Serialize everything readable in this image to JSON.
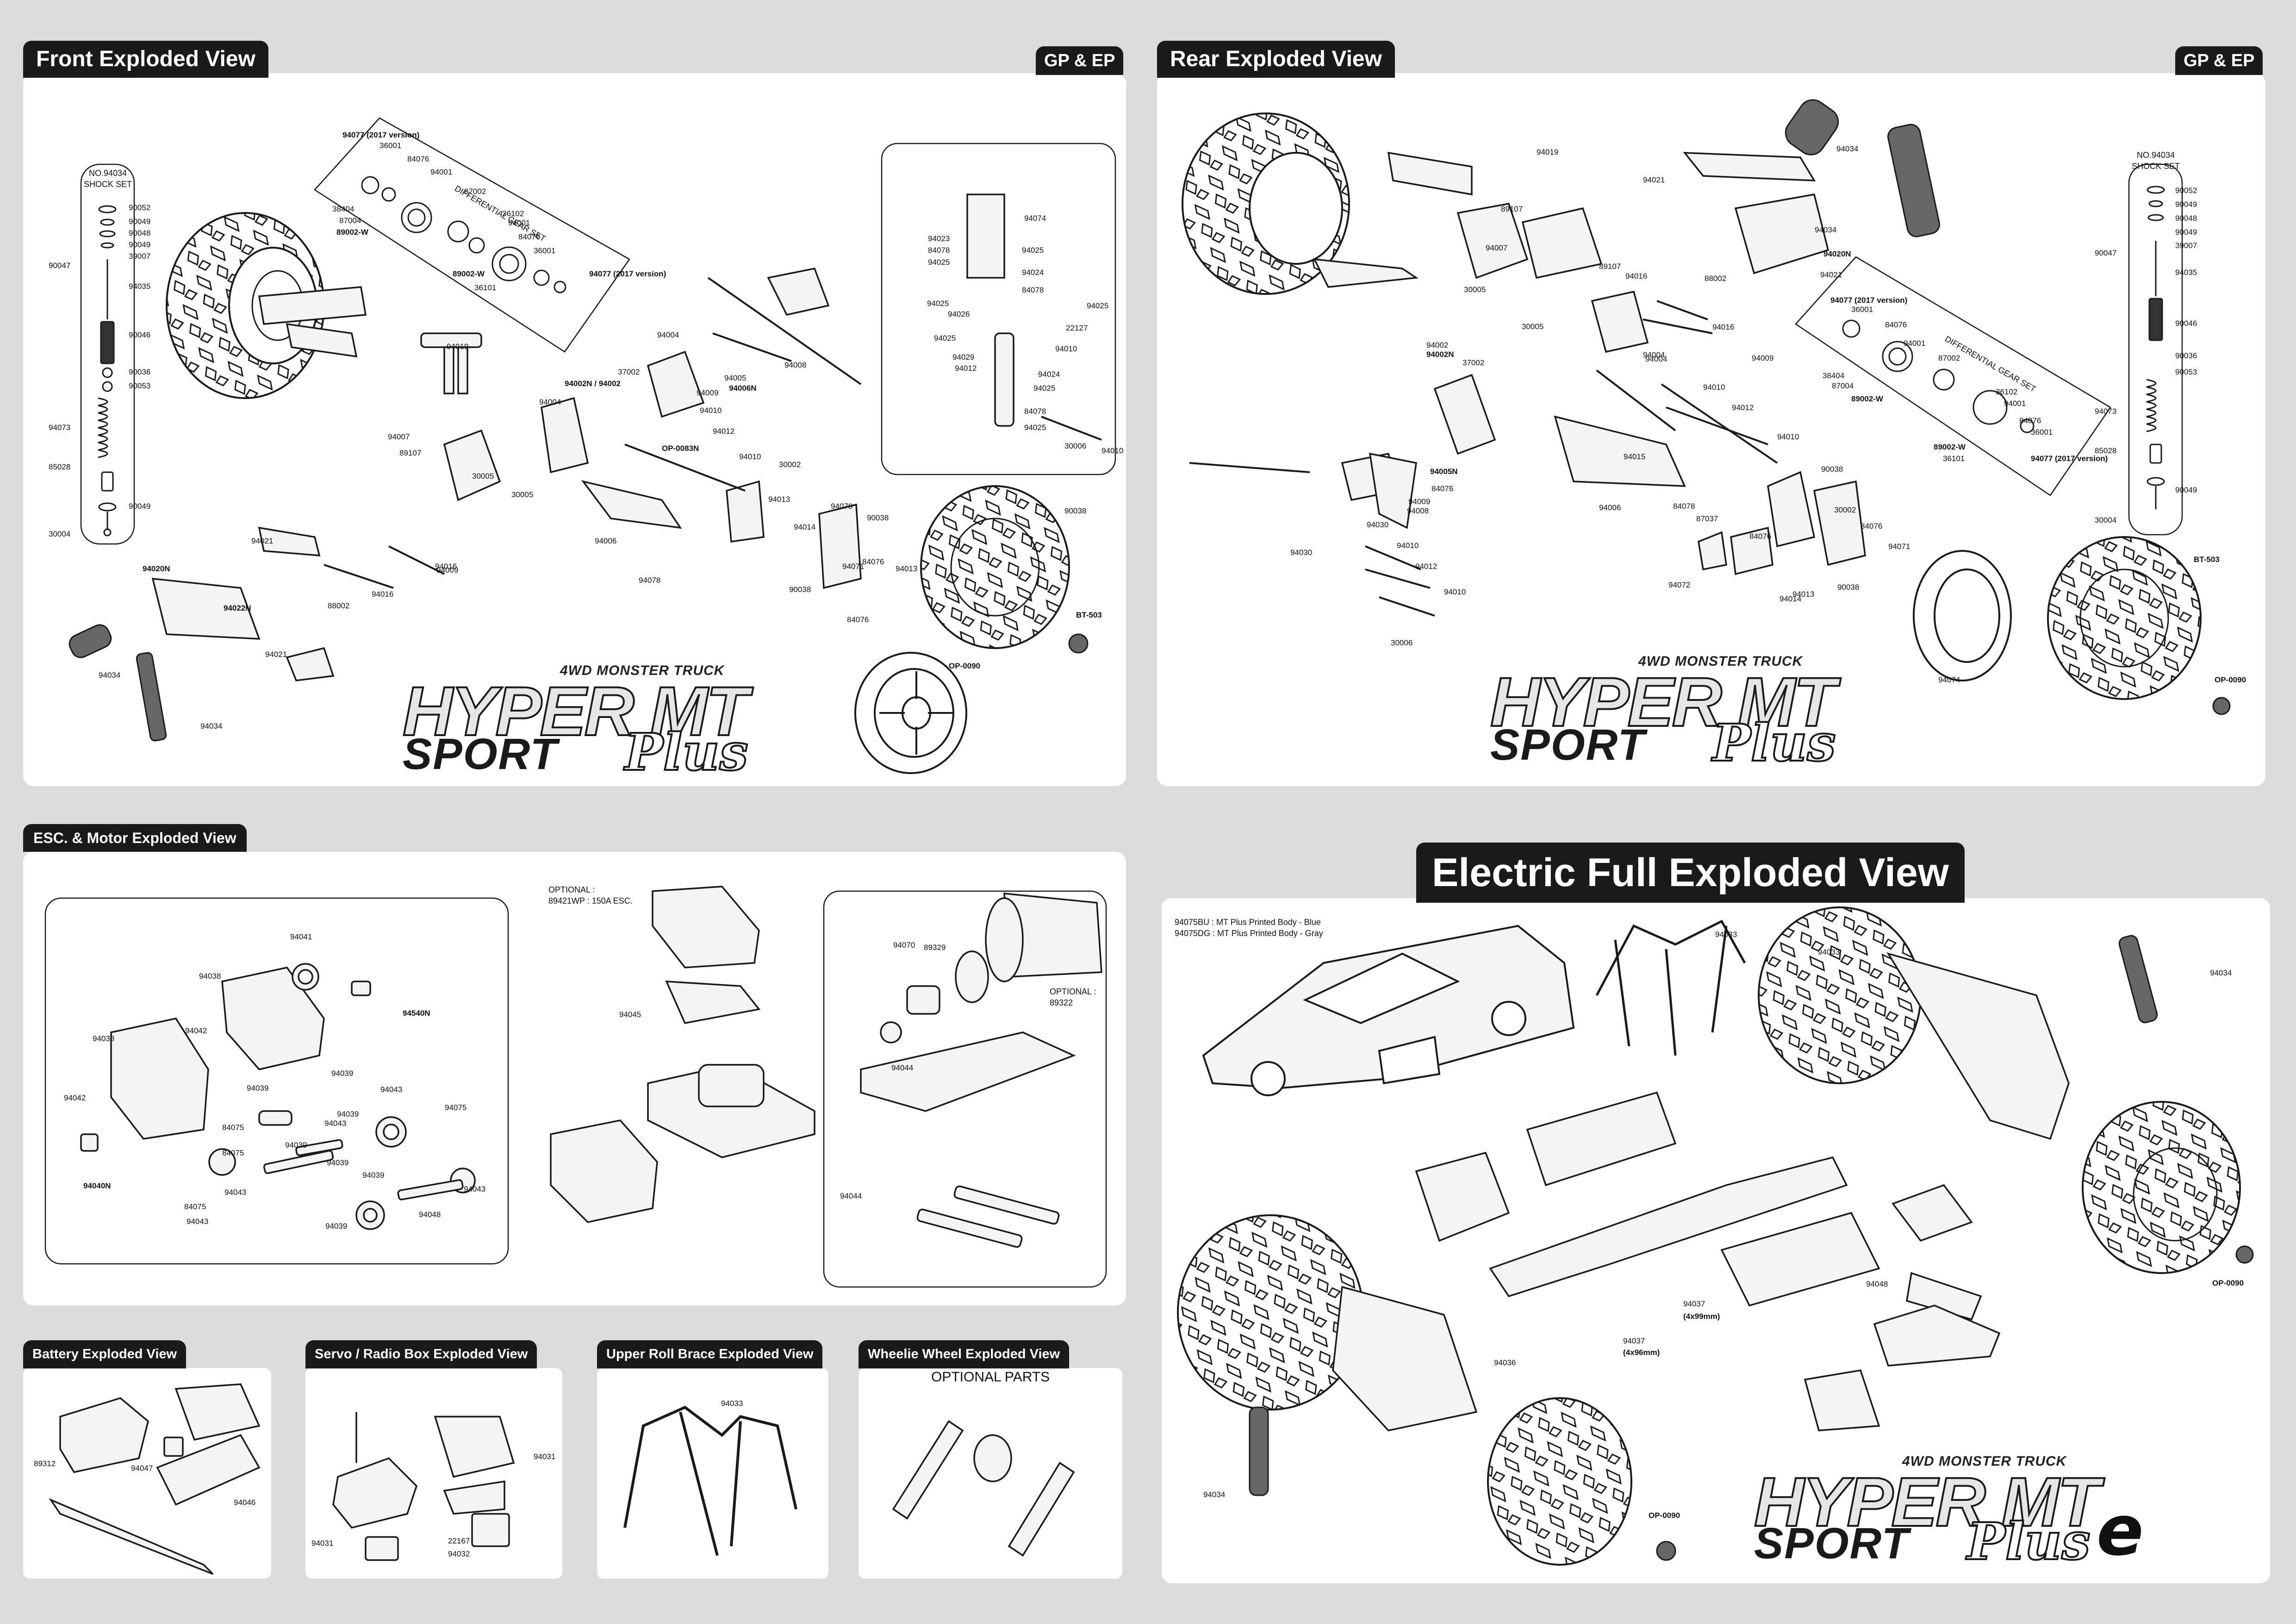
{
  "panels": {
    "front": {
      "title": "Front Exploded View",
      "badge": "GP & EP"
    },
    "rear": {
      "title": "Rear Exploded View",
      "badge": "GP & EP"
    },
    "esc": {
      "title": "ESC. & Motor Exploded View"
    },
    "electric": {
      "title": "Electric Full Exploded View"
    },
    "battery": {
      "title": "Battery Exploded View"
    },
    "servo": {
      "title": "Servo / Radio Box Exploded View"
    },
    "roll": {
      "title": "Upper Roll Brace Exploded View"
    },
    "wheelie": {
      "title": "Wheelie Wheel Exploded View",
      "subtitle": "OPTIONAL PARTS"
    }
  },
  "logo": {
    "sub": "4WD MONSTER TRUCK",
    "main": "HYPER MT",
    "sport": "SPORT",
    "plus": "Plus",
    "e": "e"
  },
  "notes": {
    "shock_set": [
      "NO.94034",
      "SHOCK SET"
    ],
    "diff_gear_set": "DIFFERENTIAL GEAR SET",
    "optional_esc": [
      "OPTIONAL :",
      "89421WP : 150A ESC."
    ],
    "optional_motor": [
      "OPTIONAL :",
      "89322"
    ],
    "bodies": [
      "94075BU : MT Plus Printed Body - Blue",
      "94075DG : MT Plus Printed Body - Gray"
    ]
  },
  "part_labels": {
    "front": [
      "90052",
      "90049",
      "90048",
      "90049",
      "39007",
      "90047",
      "94035",
      "90046",
      "90036",
      "90053",
      "94073",
      "85028",
      "90049",
      "30004",
      "94077 (2017 version)",
      "36001",
      "84076",
      "94001",
      "87002",
      "38404",
      "87004",
      "89002-W",
      "36102",
      "94001",
      "84076",
      "36001",
      "89002-W",
      "36101",
      "94077 (2017 version)",
      "94019",
      "94004",
      "94002N / 94002",
      "37002",
      "94004",
      "94007",
      "89107",
      "30005",
      "30005",
      "94016",
      "94021",
      "94020N",
      "94022N",
      "94009",
      "94016",
      "88002",
      "94021",
      "94034",
      "94034",
      "94008",
      "94005",
      "94006N",
      "94009",
      "94078",
      "94010",
      "94012",
      "94010",
      "94013",
      "30002",
      "OP-0083N",
      "94006",
      "94078",
      "90038",
      "94014",
      "84076",
      "90038",
      "94071",
      "94013",
      "84076",
      "90038",
      "BT-503",
      "OP-0090",
      "94074",
      "94023",
      "94025",
      "84078",
      "94024",
      "94025",
      "84078",
      "94025",
      "94026",
      "94025",
      "94025",
      "22127",
      "94029",
      "94010",
      "94012",
      "94024",
      "94025",
      "84078",
      "94025",
      "94010",
      "30006"
    ],
    "rear": [
      "94019",
      "89107",
      "94007",
      "30005",
      "30005",
      "89107",
      "94016",
      "94021",
      "94034",
      "94034",
      "94020N",
      "94021",
      "88002",
      "94016",
      "94009",
      "94004",
      "94002N",
      "94002",
      "37002",
      "94004",
      "94010",
      "94012",
      "94015",
      "94006",
      "94005N",
      "84076",
      "94009",
      "94008",
      "94030",
      "94030",
      "94010",
      "94012",
      "94010",
      "30006",
      "84078",
      "87037",
      "84076",
      "94072",
      "94014",
      "94013",
      "90038",
      "90038",
      "30002",
      "94010",
      "84076",
      "94071",
      "94074",
      "BT-503",
      "OP-0090",
      "94077 (2017 version)",
      "36001",
      "84076",
      "94001",
      "87002",
      "38404",
      "87004",
      "89002-W",
      "36102",
      "94001",
      "84076",
      "36001",
      "89002-W",
      "36101",
      "94077 (2017 version)",
      "90052",
      "90049",
      "90048",
      "90049",
      "39007",
      "90047",
      "94035",
      "90046",
      "90036",
      "90053",
      "94073",
      "85028",
      "90049",
      "30004"
    ],
    "esc": [
      "94041",
      "94038",
      "94540N",
      "94038",
      "94042",
      "94039",
      "94042",
      "94039",
      "94043",
      "94075",
      "94040N",
      "84075",
      "94039",
      "94039",
      "94043",
      "84075",
      "94039",
      "94043",
      "94039",
      "94043",
      "84075",
      "94039",
      "94043",
      "94048",
      "94045",
      "94070",
      "89329",
      "94044",
      "94044"
    ],
    "electric": [
      "94033",
      "94033",
      "94034",
      "94036",
      "94037",
      "(4x99mm)",
      "94037",
      "(4x96mm)",
      "94048",
      "OP-0090",
      "94034",
      "OP-0090"
    ],
    "battery": [
      "89312",
      "94047",
      "94046"
    ],
    "servo": [
      "94031",
      "94031",
      "22167",
      "94032"
    ],
    "roll": [
      "94033"
    ]
  },
  "colors": {
    "background": "#dcdcdc",
    "panel": "#ffffff",
    "tab": "#1a1a1a",
    "ink": "#1a1a1a"
  }
}
